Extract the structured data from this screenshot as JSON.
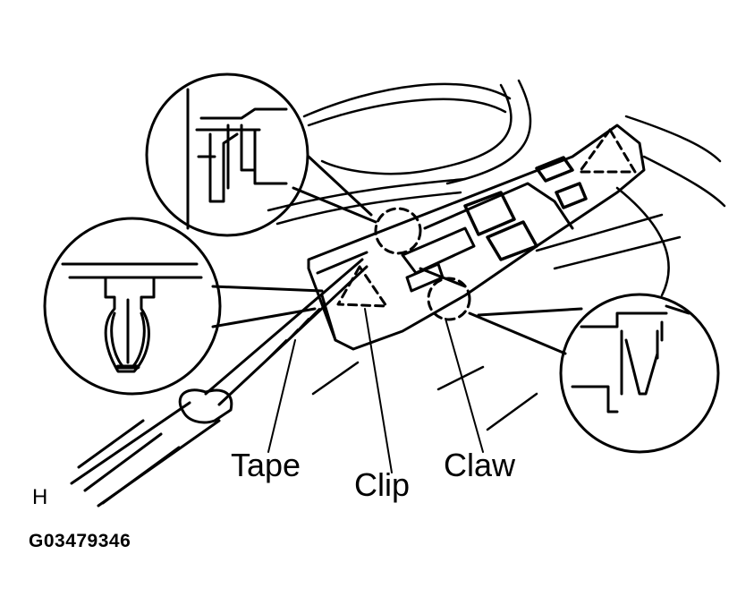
{
  "labels": {
    "tape": "Tape",
    "clip": "Clip",
    "claw": "Claw",
    "view_marker": "H",
    "figure_code": "G03479346"
  },
  "colors": {
    "ink": "#000000",
    "paper": "#ffffff"
  }
}
